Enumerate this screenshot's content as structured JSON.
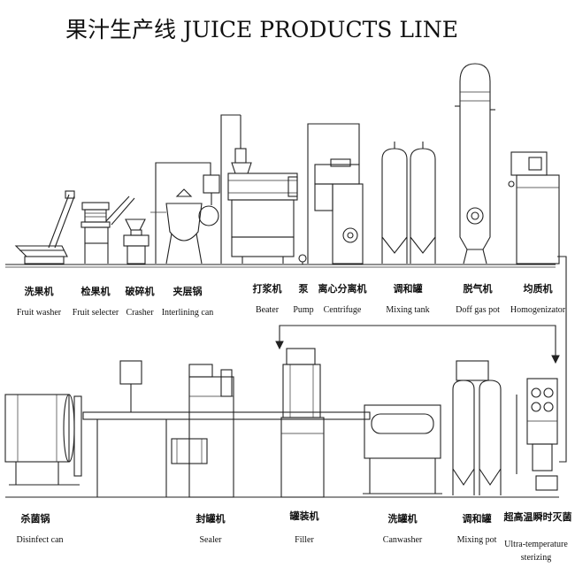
{
  "title": "果汁生产线 JUICE PRODUCTS LINE",
  "top_row": [
    {
      "zh": "洗果机",
      "en": "Fruit washer"
    },
    {
      "zh": "检果机",
      "en": "Fruit selecter"
    },
    {
      "zh": "破碎机",
      "en": "Crasher"
    },
    {
      "zh": "夹层锅",
      "en": "Interlining can"
    },
    {
      "zh": "打浆机",
      "en": "Beater"
    },
    {
      "zh": "泵",
      "en": "Pump"
    },
    {
      "zh": "离心分离机",
      "en": "Centrifuge"
    },
    {
      "zh": "调和罐",
      "en": "Mixing tank"
    },
    {
      "zh": "脱气机",
      "en": "Doff gas pot"
    },
    {
      "zh": "均质机",
      "en": "Homogenizator"
    }
  ],
  "bottom_row": [
    {
      "zh": "杀菌锅",
      "en": "Disinfect can"
    },
    {
      "zh": "封罐机",
      "en": "Sealer"
    },
    {
      "zh": "罐装机",
      "en": "Filler"
    },
    {
      "zh": "洗罐机",
      "en": "Canwasher"
    },
    {
      "zh": "调和罐",
      "en": "Mixing pot"
    },
    {
      "zh": "超高温瞬时灭菌",
      "en": "Ultra-temperature",
      "en2": "sterizing"
    }
  ]
}
